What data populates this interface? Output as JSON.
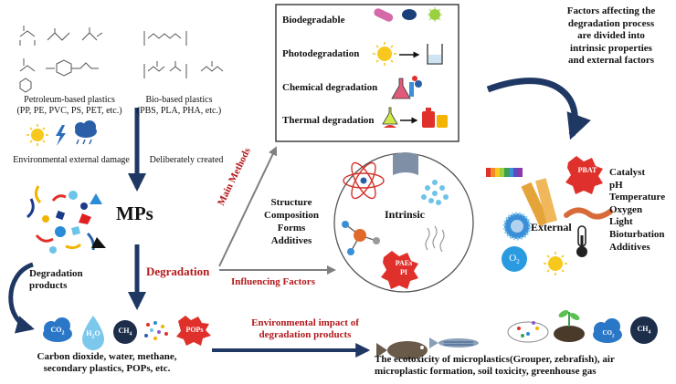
{
  "left": {
    "petroleum_label": "Petroleum-based plastics",
    "petroleum_examples": "(PP, PE, PVC, PS, PET, etc.)",
    "bio_label": "Bio-based plastics",
    "bio_examples": "(PBS, PLA, PHA, etc.)",
    "env_damage": "Environmental external damage",
    "deliberate": "Deliberately created",
    "mps": "MPs",
    "degradation_products_line1": "Degradation",
    "degradation_products_line2": "products",
    "products_line1": "Carbon dioxide, water, methane,",
    "products_line2": "secondary plastics, POPs, etc."
  },
  "center": {
    "degradation": "Degradation",
    "main_methods": "Main Methods",
    "influencing_factors": "Influencing Factors",
    "intrinsic_props": [
      "Structure",
      "Composition",
      "Forms",
      "Additives"
    ],
    "intrinsic": "Intrinsic",
    "paes": "PAEs",
    "pi": "PI",
    "env_impact_line1": "Environmental impact of",
    "env_impact_line2": "degradation products"
  },
  "methods_box": {
    "items": [
      "Biodegradable",
      "Photodegradation",
      "Chemical degradation",
      "Thermal degradation"
    ]
  },
  "factors_note": [
    "Factors affecting the",
    "degradation process",
    "are divided into",
    "intrinsic properties",
    "and external factors"
  ],
  "external": {
    "label": "External",
    "pbat": "PBAT",
    "o2": "O",
    "o2_sub": "2",
    "factors": [
      "Catalyst",
      "pH",
      "Temperature",
      "Oxygen",
      "Light",
      "Bioturbation",
      "Additives"
    ]
  },
  "chemistry": {
    "co2": "CO",
    "co2_sub": "2",
    "h2o": "H",
    "h2o_sub": "2",
    "h2o_end": "O",
    "ch4": "CH",
    "ch4_sub": "4",
    "pops": "POPs"
  },
  "bottom": {
    "ecotox_line1": "The ecotoxicity of microplastics(Grouper, zebrafish), air",
    "ecotox_line2": "microplastic formation, soil toxicity, greenhouse gas"
  },
  "colors": {
    "navy": "#1f3763",
    "dark_red": "#b3191c",
    "gray_arrow": "#7f7f7f",
    "sun": "#f7c81e",
    "water_blue": "#3a8fd6"
  }
}
